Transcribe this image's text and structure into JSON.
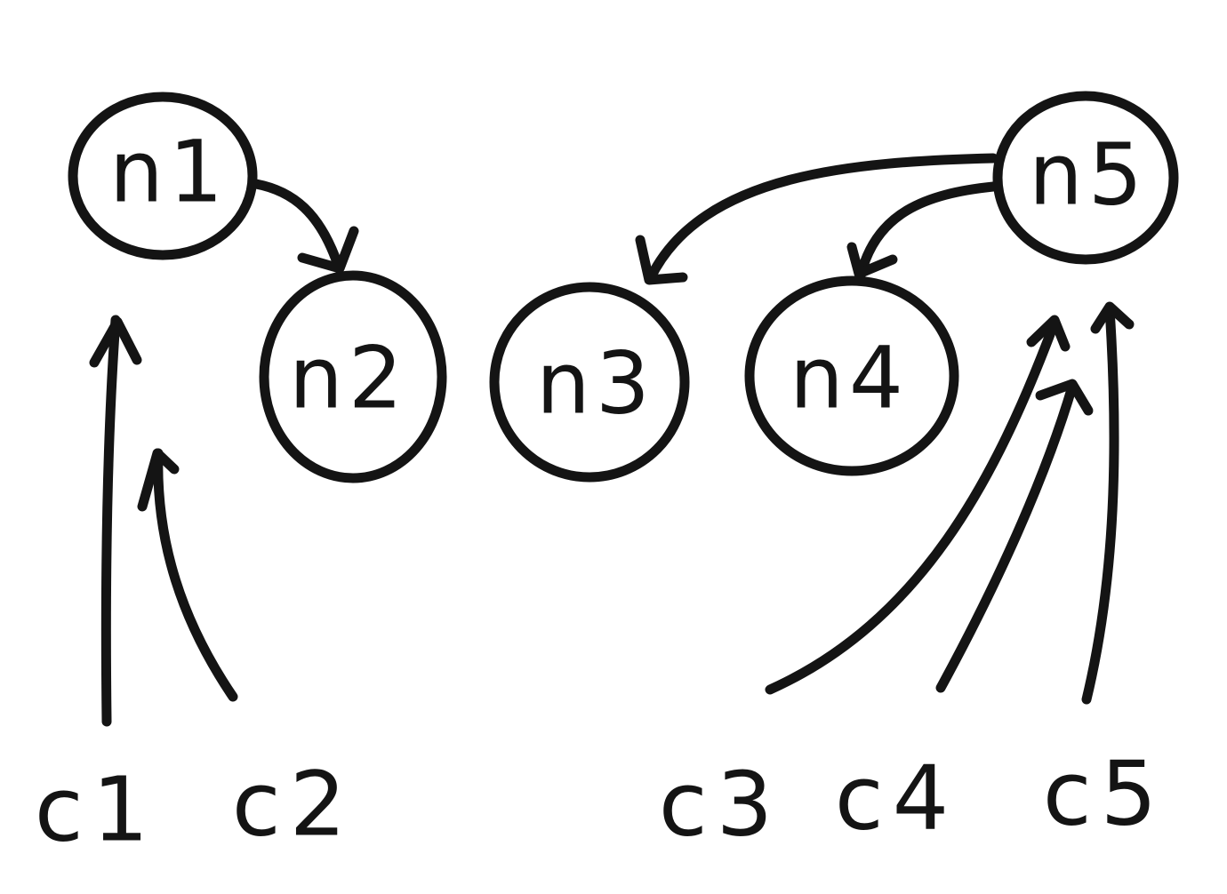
{
  "nodes": [
    {
      "id": "n1",
      "label": "n1"
    },
    {
      "id": "n2",
      "label": "n2"
    },
    {
      "id": "n3",
      "label": "n3"
    },
    {
      "id": "n4",
      "label": "n4"
    },
    {
      "id": "n5",
      "label": "n5"
    }
  ],
  "clients": [
    {
      "id": "c1",
      "label": "c1"
    },
    {
      "id": "c2",
      "label": "c2"
    },
    {
      "id": "c3",
      "label": "c3"
    },
    {
      "id": "c4",
      "label": "c4"
    },
    {
      "id": "c5",
      "label": "c5"
    }
  ],
  "edges": [
    {
      "from": "n1",
      "to": "n2"
    },
    {
      "from": "n5",
      "to": "n3"
    },
    {
      "from": "n5",
      "to": "n4"
    },
    {
      "from": "c1",
      "to": "n1"
    },
    {
      "from": "c2",
      "to": "n1"
    },
    {
      "from": "c3",
      "to": "n5"
    },
    {
      "from": "c4",
      "to": "n5"
    },
    {
      "from": "c5",
      "to": "n5"
    }
  ],
  "colors": {
    "ink": "#141414",
    "background": "#ffffff"
  }
}
